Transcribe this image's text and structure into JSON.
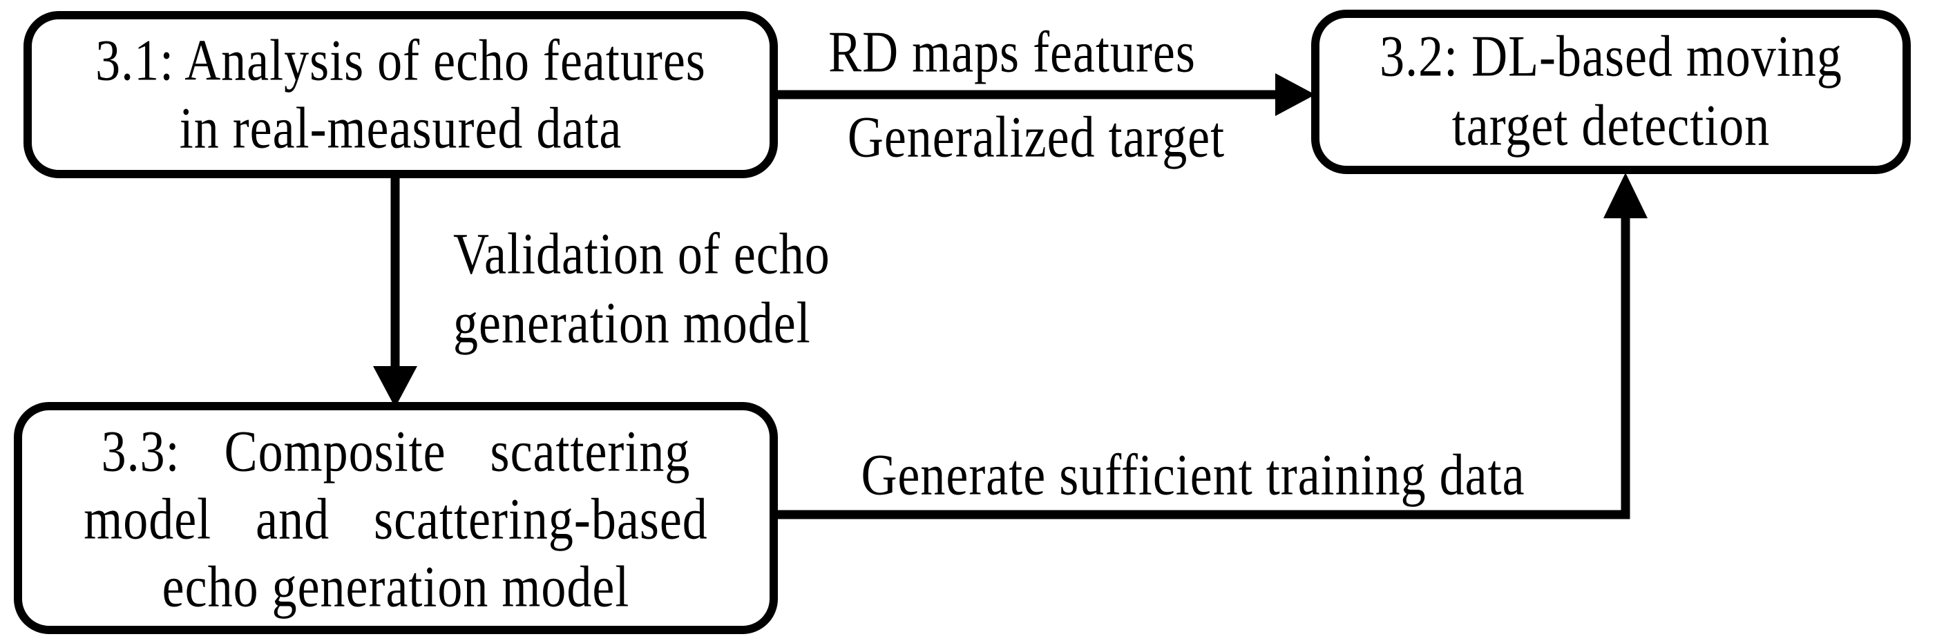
{
  "colors": {
    "background": "#ffffff",
    "line": "#000000",
    "text": "#000000",
    "node_fill": "#ffffff"
  },
  "nodes": [
    {
      "id": "3.1",
      "lines": [
        "3.1: Analysis of echo features",
        "in real-measured data"
      ]
    },
    {
      "id": "3.2",
      "lines": [
        "3.2: DL-based moving",
        "target detection"
      ]
    },
    {
      "id": "3.3",
      "lines": [
        "3.3: Composite scattering",
        "model and scattering-based",
        "echo generation model"
      ]
    }
  ],
  "edges": [
    {
      "from": "3.1",
      "to": "3.2",
      "label_above": "RD maps features",
      "label_below": "Generalized target"
    },
    {
      "from": "3.1",
      "to": "3.3",
      "label_line1": "Validation of echo",
      "label_line2": "generation model"
    },
    {
      "from": "3.3",
      "to": "3.2",
      "label": "Generate sufficient training data"
    }
  ]
}
